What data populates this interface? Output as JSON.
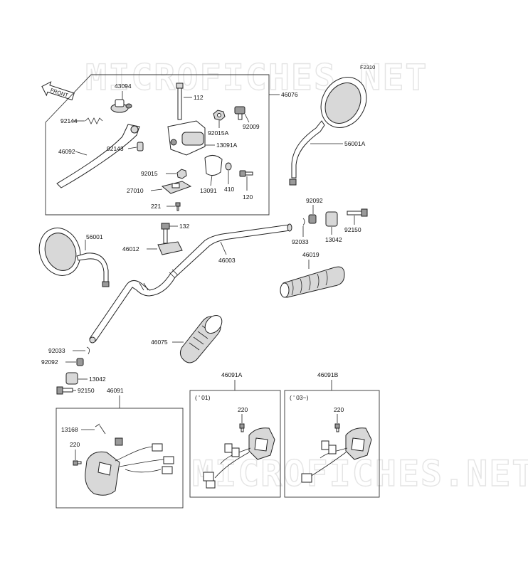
{
  "figure_code": "F2310",
  "front_arrow_label": "FRONT",
  "watermark": "MICROFICHES.NET",
  "parts": {
    "p43094": "43094",
    "p112": "112",
    "p46076": "46076",
    "p92144": "92144",
    "p92015A": "92015A",
    "p92009": "92009",
    "p46092": "46092",
    "p92143": "92143",
    "p13091A": "13091A",
    "p92015": "92015",
    "p27010": "27010",
    "p13091": "13091",
    "p410": "410",
    "p120": "120",
    "p221": "221",
    "p56001A": "56001A",
    "p92092_top": "92092",
    "p92150_top": "92150",
    "p13042_top": "13042",
    "p92033_top": "92033",
    "p46019": "46019",
    "p56001": "56001",
    "p132": "132",
    "p46012": "46012",
    "p46003": "46003",
    "p46075": "46075",
    "p92033_bot": "92033",
    "p92092_bot": "92092",
    "p13042_bot": "13042",
    "p92150_bot": "92150",
    "p46091": "46091",
    "p46091A": "46091A",
    "p46091B": "46091B",
    "p13168": "13168",
    "p220_a": "220",
    "p220_b": "220",
    "p220_c": "220"
  },
  "boxes": {
    "box2_note": "( ' 01)",
    "box3_note": "( ' 03~)"
  }
}
